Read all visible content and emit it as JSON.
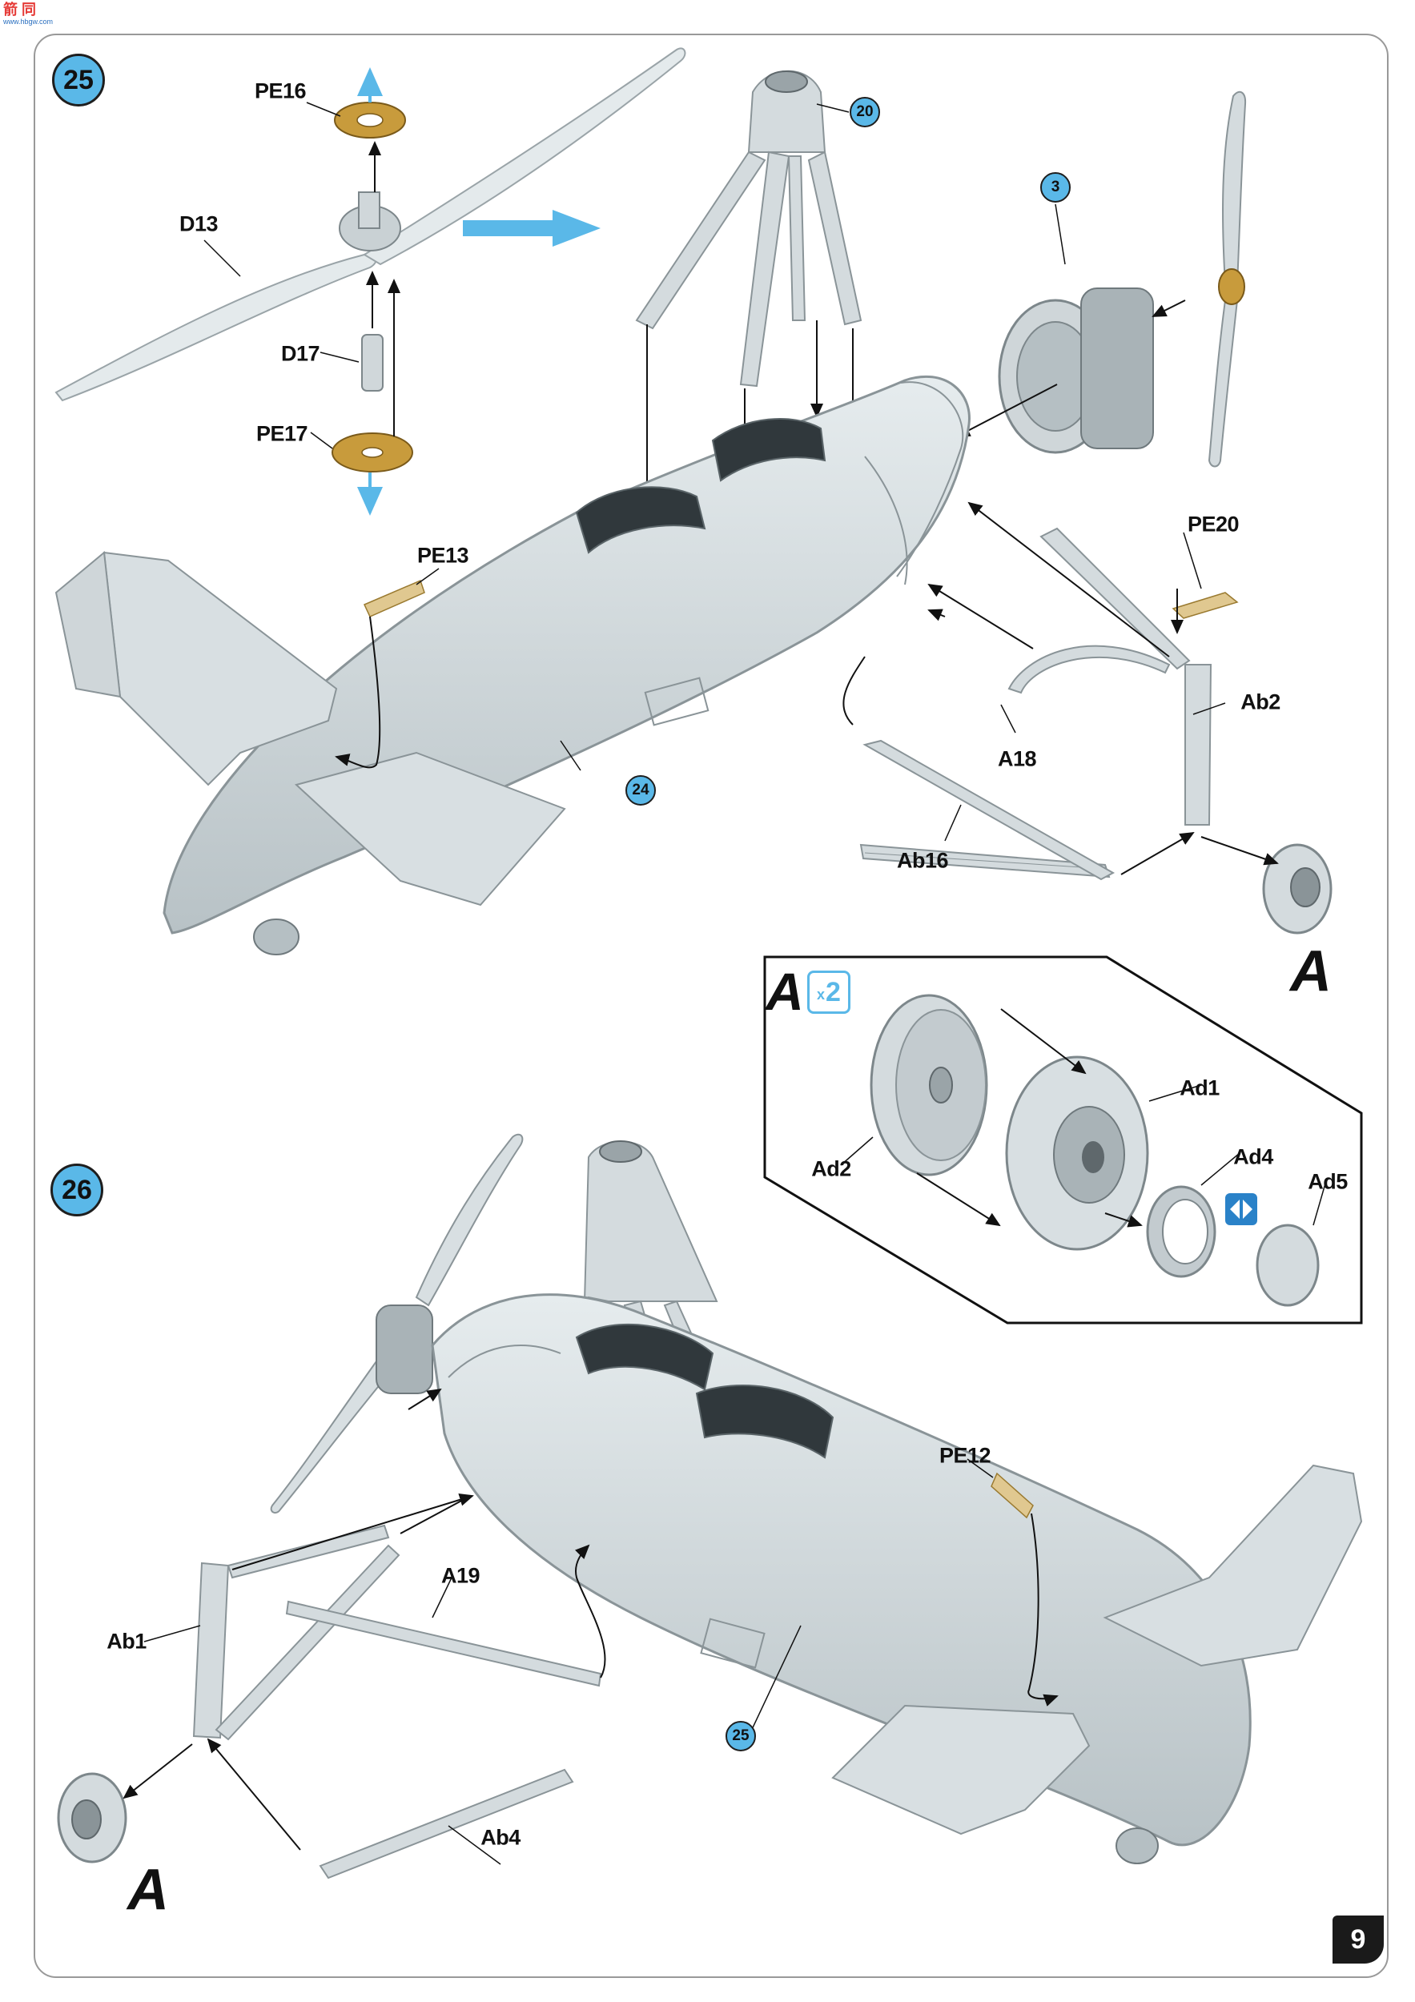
{
  "brand": {
    "logo_text": "箭 同",
    "url_text": "www.hbgw.com"
  },
  "page_number": "9",
  "steps": {
    "step25": "25",
    "step26": "26"
  },
  "refs": {
    "ref20": "20",
    "ref3": "3",
    "ref24": "24",
    "ref25": "25"
  },
  "labels": {
    "pe16": "PE16",
    "d13": "D13",
    "d17": "D17",
    "pe17": "PE17",
    "pe13": "PE13",
    "pe20": "PE20",
    "ab2": "Ab2",
    "a18": "A18",
    "ab16": "Ab16",
    "ad1": "Ad1",
    "ad2": "Ad2",
    "ad4": "Ad4",
    "ad5": "Ad5",
    "pe12": "PE12",
    "a19": "A19",
    "ab1": "Ab1",
    "ab4": "Ab4"
  },
  "callout": {
    "letter": "A",
    "qty_x": "x",
    "qty_n": "2"
  },
  "sub_a": {
    "top": "A",
    "bottom": "A"
  },
  "colors": {
    "accent": "#5ab8e8",
    "part": "#d6dde0",
    "part_dark": "#aeb8bd",
    "etch": "#c89b3c"
  }
}
